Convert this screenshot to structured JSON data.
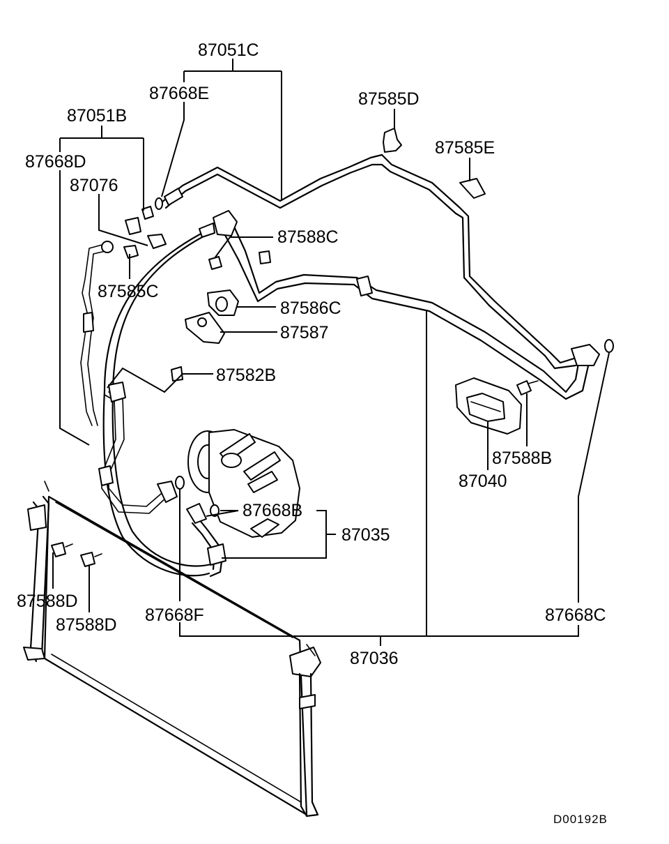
{
  "labels": {
    "p87051C": "87051C",
    "p87668E": "87668E",
    "p87585D": "87585D",
    "p87051B": "87051B",
    "p87585E": "87585E",
    "p87668D": "87668D",
    "p87076": "87076",
    "p87588C": "87588C",
    "p87585C": "87585C",
    "p87586C": "87586C",
    "p87587": "87587",
    "p87582B": "87582B",
    "p87588B": "87588B",
    "p87040": "87040",
    "p87668B": "87668B",
    "p87035": "87035",
    "p87588D_a": "87588D",
    "p87588D_b": "87588D",
    "p87668F": "87668F",
    "p87668C": "87668C",
    "p87036": "87036"
  },
  "diagram_code": "D00192B"
}
